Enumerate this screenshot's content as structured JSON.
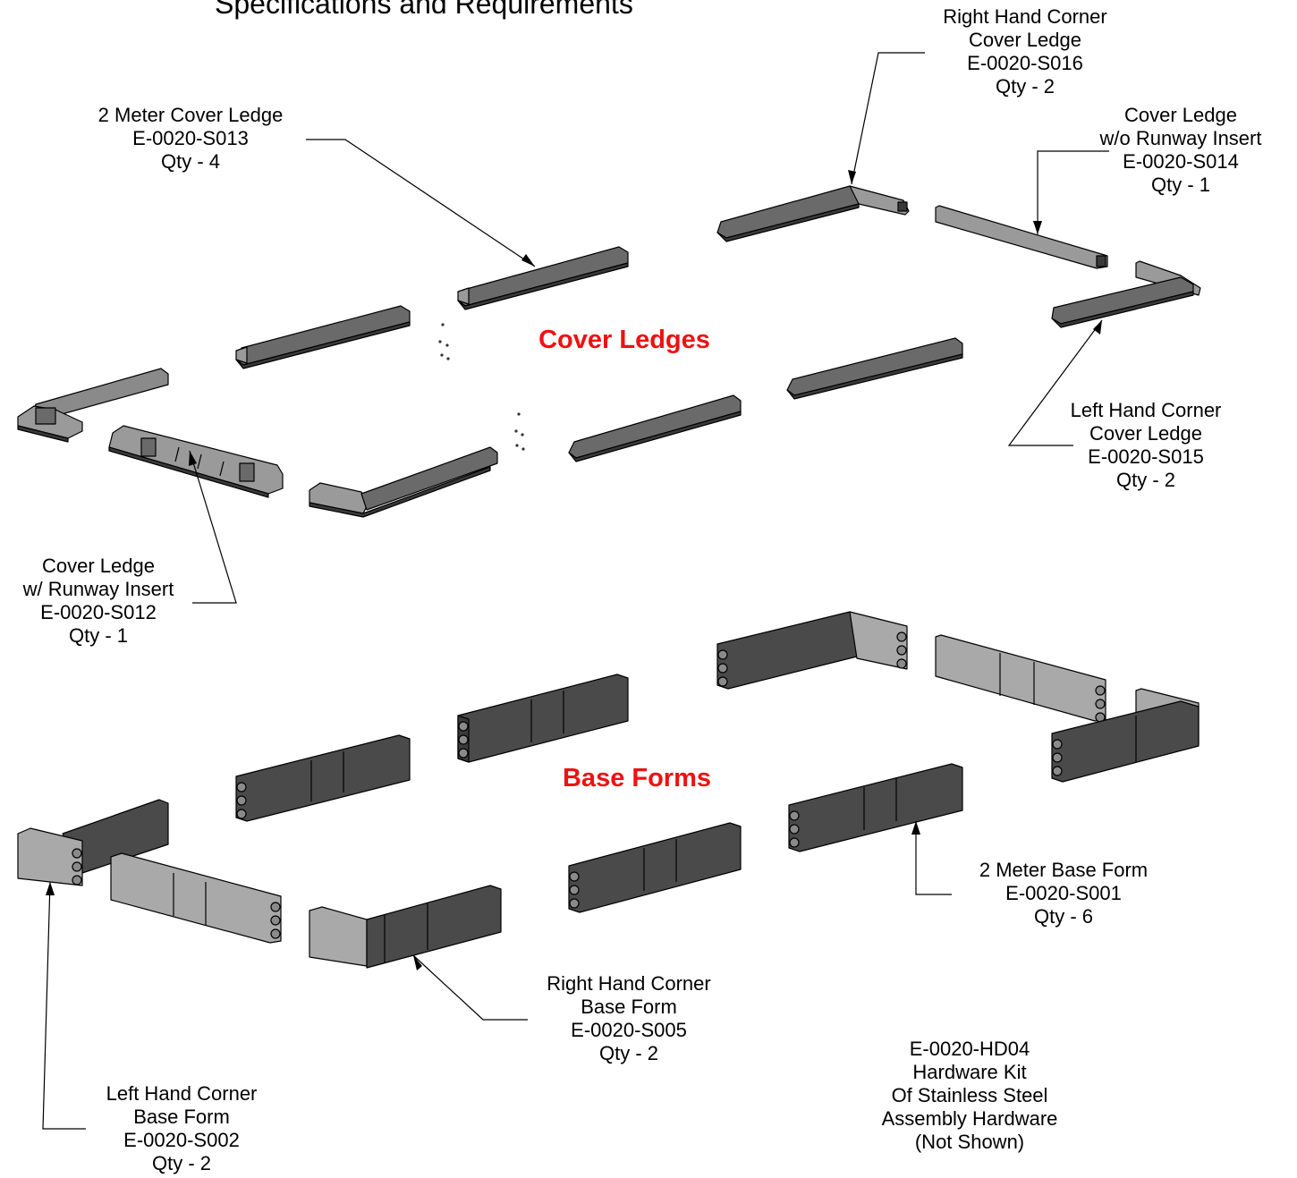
{
  "page_title": "Specifications and Requirements",
  "sections": {
    "cover_ledges": "Cover Ledges",
    "base_forms": "Base Forms"
  },
  "callouts": {
    "rh_corner_cover_ledge": [
      "Right Hand Corner",
      "Cover Ledge",
      "E-0020-S016",
      "Qty - 2"
    ],
    "two_meter_cover_ledge": [
      "2 Meter Cover Ledge",
      "E-0020-S013",
      "Qty - 4"
    ],
    "cover_ledge_wo_runway": [
      "Cover Ledge",
      "w/o Runway Insert",
      "E-0020-S014",
      "Qty - 1"
    ],
    "lh_corner_cover_ledge": [
      "Left Hand Corner",
      "Cover Ledge",
      "E-0020-S015",
      "Qty - 2"
    ],
    "cover_ledge_w_runway": [
      "Cover Ledge",
      "w/ Runway Insert",
      "E-0020-S012",
      "Qty - 1"
    ],
    "two_meter_base_form": [
      "2 Meter Base Form",
      "E-0020-S001",
      "Qty - 6"
    ],
    "rh_corner_base_form": [
      "Right Hand Corner",
      "Base Form",
      "E-0020-S005",
      "Qty - 2"
    ],
    "lh_corner_base_form": [
      "Left Hand Corner",
      "Base Form",
      "E-0020-S002",
      "Qty - 2"
    ],
    "hardware_kit": [
      "E-0020-HD04",
      "Hardware Kit",
      "Of Stainless Steel",
      "Assembly Hardware",
      "(Not Shown)"
    ]
  },
  "colors": {
    "section_label": "#ee1111",
    "part_dark": "#4a4a4a",
    "part_light": "#a9a9a9",
    "outline": "#000000"
  }
}
